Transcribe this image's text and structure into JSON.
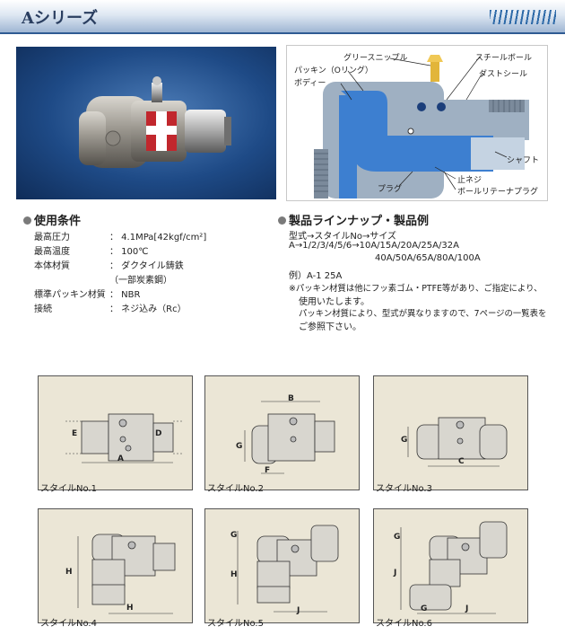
{
  "header": {
    "title": "Aシリーズ"
  },
  "diagram": {
    "labels": {
      "grease_nipple": "グリースニップル",
      "packing": "パッキン（Oリング）",
      "steel_ball": "スチールボール",
      "body": "ボディー",
      "dust_seal": "ダストシール",
      "shaft": "シャフト",
      "set_screw": "止ネジ",
      "plug": "プラグ",
      "ball_retainer_plug": "ボールリテーナプラグ"
    }
  },
  "conditions": {
    "title": "使用条件",
    "rows": [
      {
        "key": "最高圧力",
        "value": "： 4.1MPa[42kgf/cm²]"
      },
      {
        "key": "最高温度",
        "value": "： 100℃"
      },
      {
        "key": "本体材質",
        "value": "： ダクタイル鋳鉄"
      },
      {
        "key": "",
        "value": "（一部炭素鋼）"
      },
      {
        "key": "標準パッキン材質",
        "value": "： NBR"
      },
      {
        "key": "接続",
        "value": "： ネジ込み（Rc）"
      }
    ]
  },
  "lineup": {
    "title": "製品ラインナップ・製品例",
    "lines": [
      "型式→スタイルNo→サイズ",
      "A→1/2/3/4/5/6→10A/15A/20A/25A/32A",
      "40A/50A/65A/80A/100A",
      "例）A-1 25A",
      "※パッキン材質は他にフッ素ゴム・PTFE等があり、ご指定により、",
      "使用いたします。",
      "パッキン材質により、型式が異なりますので、7ページの一覧表を",
      "ご参照下さい。"
    ]
  },
  "styles": [
    {
      "label": "スタイルNo.1",
      "dims": [
        "E",
        "D",
        "A"
      ]
    },
    {
      "label": "スタイルNo.2",
      "dims": [
        "B",
        "G",
        "F"
      ]
    },
    {
      "label": "スタイルNo.3",
      "dims": [
        "G",
        "C"
      ]
    },
    {
      "label": "スタイルNo.4",
      "dims": [
        "H",
        "H"
      ]
    },
    {
      "label": "スタイルNo.5",
      "dims": [
        "G",
        "H",
        "J"
      ]
    },
    {
      "label": "スタイルNo.6",
      "dims": [
        "G",
        "J",
        "G",
        "J"
      ]
    }
  ],
  "colors": {
    "accent": "#2f5b93",
    "box_bg": "#ebe6d6",
    "photo_bg": "#1e4a86",
    "diagram_blue": "#3d7fd0"
  }
}
